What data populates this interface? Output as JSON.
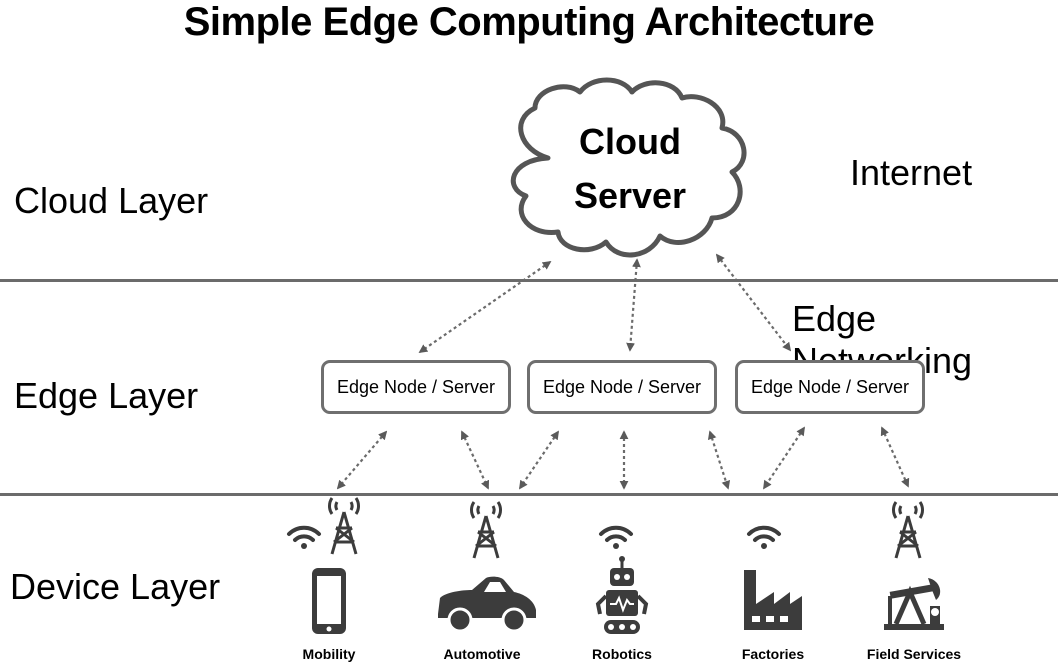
{
  "diagram": {
    "title": "Simple Edge Computing Architecture",
    "layers": {
      "cloud": "Cloud Layer",
      "edge": "Edge Layer",
      "device": "Device Layer"
    },
    "cloud": {
      "line1": "Cloud",
      "line2": "Server"
    },
    "annotations": {
      "internet": "Internet",
      "edge_networking": "Edge Networking"
    },
    "edge_nodes": [
      "Edge Node / Server",
      "Edge Node / Server",
      "Edge Node / Server"
    ],
    "devices": [
      {
        "label": "Mobility",
        "icon": "smartphone-icon",
        "signals": [
          "wifi-icon",
          "cell-tower-icon"
        ]
      },
      {
        "label": "Automotive",
        "icon": "car-icon",
        "signals": [
          "cell-tower-icon"
        ]
      },
      {
        "label": "Robotics",
        "icon": "robot-icon",
        "signals": [
          "wifi-icon"
        ]
      },
      {
        "label": "Factories",
        "icon": "factory-icon",
        "signals": [
          "wifi-icon"
        ]
      },
      {
        "label": "Field Services",
        "icon": "oil-pump-icon",
        "signals": [
          "cell-tower-icon"
        ]
      }
    ],
    "colors": {
      "lines": "#6b6b6b",
      "icons": "#3c3c3c",
      "connectors": "#6b6b6b"
    }
  }
}
